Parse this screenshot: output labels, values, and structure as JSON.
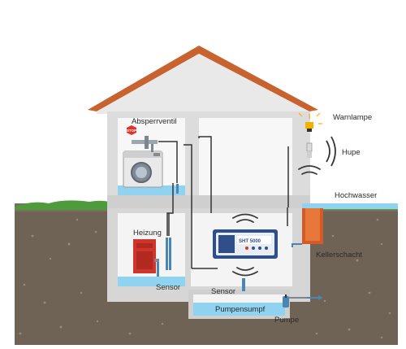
{
  "labels": {
    "absperrventil": "Absperrventil",
    "stop": "STOP",
    "heizung": "Heizung",
    "sensor_left": "Sensor",
    "sensor_center": "Sensor",
    "pumpensumpf": "Pumpensumpf",
    "pumpe": "Pumpe",
    "warnlampe": "Warnlampe",
    "hupe": "Hupe",
    "hochwasser": "Hochwasser",
    "kellerschacht": "Kellerschacht",
    "device_model": "SHT 5000"
  },
  "colors": {
    "roof": "#c8622e",
    "wall": "#f2f2f2",
    "wall_edge": "#c9c9c9",
    "soil": "#6e6355",
    "grass": "#4f9a3c",
    "water": "#8fd3f0",
    "heater": "#d0352b",
    "stop_sign": "#e0312a",
    "lamp": "#f2b200"
  }
}
